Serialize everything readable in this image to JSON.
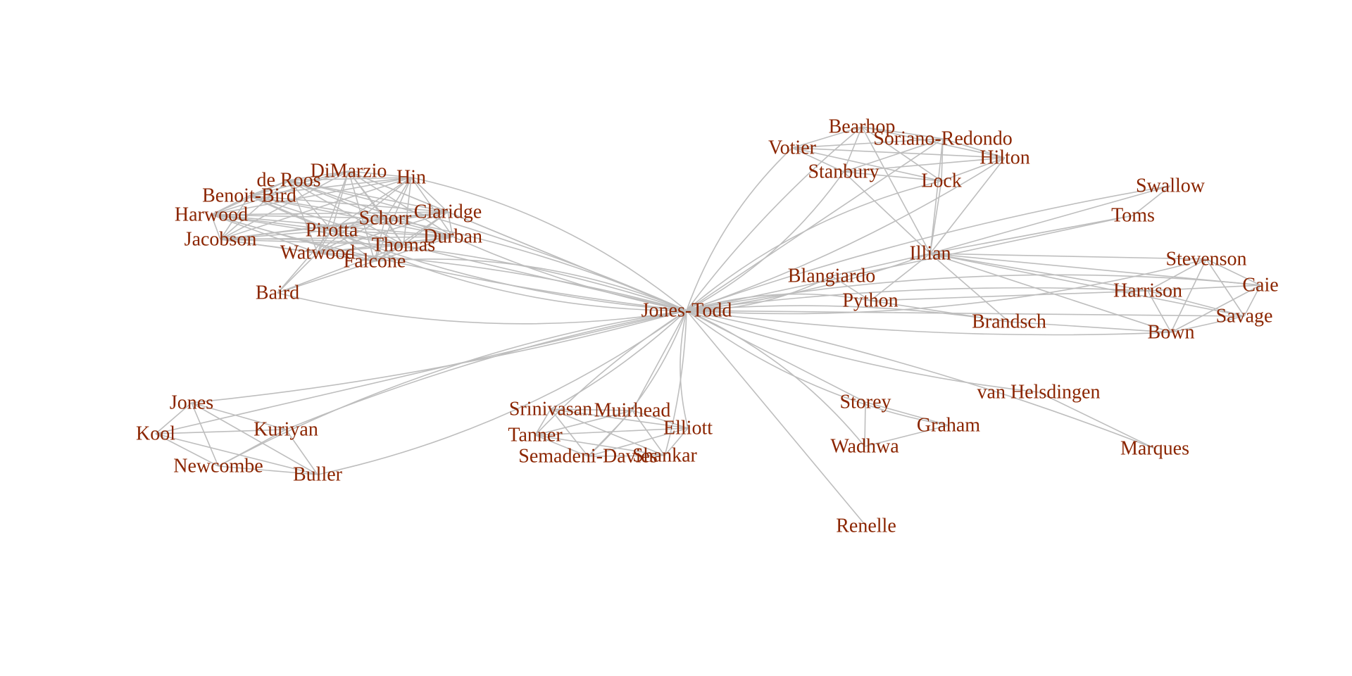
{
  "colors": {
    "edge": "#bebebe",
    "label": "#8b2500",
    "background": "#ffffff"
  },
  "nodes": [
    {
      "id": "Jones-Todd",
      "label": "Jones-Todd"
    },
    {
      "id": "Bearhop",
      "label": "Bearhop"
    },
    {
      "id": "Votier",
      "label": "Votier"
    },
    {
      "id": "Soriano-Redondo",
      "label": "Soriano-Redondo"
    },
    {
      "id": "Hilton",
      "label": "Hilton"
    },
    {
      "id": "Stanbury",
      "label": "Stanbury"
    },
    {
      "id": "Lock",
      "label": "Lock"
    },
    {
      "id": "Swallow",
      "label": "Swallow"
    },
    {
      "id": "Toms",
      "label": "Toms"
    },
    {
      "id": "Illian",
      "label": "Illian"
    },
    {
      "id": "Stevenson",
      "label": "Stevenson"
    },
    {
      "id": "Caie",
      "label": "Caie"
    },
    {
      "id": "Harrison",
      "label": "Harrison"
    },
    {
      "id": "Savage",
      "label": "Savage"
    },
    {
      "id": "Bown",
      "label": "Bown"
    },
    {
      "id": "Blangiardo",
      "label": "Blangiardo"
    },
    {
      "id": "Python",
      "label": "Python"
    },
    {
      "id": "Brandsch",
      "label": "Brandsch"
    },
    {
      "id": "DiMarzio",
      "label": "DiMarzio"
    },
    {
      "id": "de Roos",
      "label": "de Roos"
    },
    {
      "id": "Hin",
      "label": "Hin"
    },
    {
      "id": "Benoit-Bird",
      "label": "Benoit-Bird"
    },
    {
      "id": "Harwood",
      "label": "Harwood"
    },
    {
      "id": "Claridge",
      "label": "Claridge"
    },
    {
      "id": "Schorr",
      "label": "Schorr"
    },
    {
      "id": "Jacobson",
      "label": "Jacobson"
    },
    {
      "id": "Pirotta",
      "label": "Pirotta"
    },
    {
      "id": "Durban",
      "label": "Durban"
    },
    {
      "id": "Thomas",
      "label": "Thomas"
    },
    {
      "id": "Watwood",
      "label": "Watwood"
    },
    {
      "id": "Falcone",
      "label": "Falcone"
    },
    {
      "id": "Baird",
      "label": "Baird"
    },
    {
      "id": "Jones",
      "label": "Jones"
    },
    {
      "id": "Kool",
      "label": "Kool"
    },
    {
      "id": "Kuriyan",
      "label": "Kuriyan"
    },
    {
      "id": "Newcombe",
      "label": "Newcombe"
    },
    {
      "id": "Buller",
      "label": "Buller"
    },
    {
      "id": "Srinivasan",
      "label": "Srinivasan"
    },
    {
      "id": "Muirhead",
      "label": "Muirhead"
    },
    {
      "id": "Tanner",
      "label": "Tanner"
    },
    {
      "id": "Elliott",
      "label": "Elliott"
    },
    {
      "id": "Semadeni-Davies",
      "label": "Semadeni-Davies"
    },
    {
      "id": "Shankar",
      "label": "Shankar"
    },
    {
      "id": "Storey",
      "label": "Storey"
    },
    {
      "id": "van Helsdingen",
      "label": "van Helsdingen"
    },
    {
      "id": "Graham",
      "label": "Graham"
    },
    {
      "id": "Wadhwa",
      "label": "Wadhwa"
    },
    {
      "id": "Marques",
      "label": "Marques"
    },
    {
      "id": "Renelle",
      "label": "Renelle"
    }
  ],
  "edges": [
    [
      "Jones-Todd",
      "Votier"
    ],
    [
      "Jones-Todd",
      "Bearhop"
    ],
    [
      "Jones-Todd",
      "Soriano-Redondo"
    ],
    [
      "Jones-Todd",
      "Hilton"
    ],
    [
      "Jones-Todd",
      "Stanbury"
    ],
    [
      "Jones-Todd",
      "Lock"
    ],
    [
      "Jones-Todd",
      "Swallow"
    ],
    [
      "Jones-Todd",
      "Toms"
    ],
    [
      "Jones-Todd",
      "Illian"
    ],
    [
      "Jones-Todd",
      "Stevenson"
    ],
    [
      "Jones-Todd",
      "Caie"
    ],
    [
      "Jones-Todd",
      "Harrison"
    ],
    [
      "Jones-Todd",
      "Savage"
    ],
    [
      "Jones-Todd",
      "Bown"
    ],
    [
      "Jones-Todd",
      "Blangiardo"
    ],
    [
      "Jones-Todd",
      "Python"
    ],
    [
      "Jones-Todd",
      "Brandsch"
    ],
    [
      "Jones-Todd",
      "DiMarzio"
    ],
    [
      "Jones-Todd",
      "de Roos"
    ],
    [
      "Jones-Todd",
      "Hin"
    ],
    [
      "Jones-Todd",
      "Benoit-Bird"
    ],
    [
      "Jones-Todd",
      "Harwood"
    ],
    [
      "Jones-Todd",
      "Claridge"
    ],
    [
      "Jones-Todd",
      "Schorr"
    ],
    [
      "Jones-Todd",
      "Jacobson"
    ],
    [
      "Jones-Todd",
      "Pirotta"
    ],
    [
      "Jones-Todd",
      "Durban"
    ],
    [
      "Jones-Todd",
      "Thomas"
    ],
    [
      "Jones-Todd",
      "Watwood"
    ],
    [
      "Jones-Todd",
      "Falcone"
    ],
    [
      "Jones-Todd",
      "Baird"
    ],
    [
      "Jones-Todd",
      "Jones"
    ],
    [
      "Jones-Todd",
      "Kool"
    ],
    [
      "Jones-Todd",
      "Kuriyan"
    ],
    [
      "Jones-Todd",
      "Newcombe"
    ],
    [
      "Jones-Todd",
      "Buller"
    ],
    [
      "Jones-Todd",
      "Srinivasan"
    ],
    [
      "Jones-Todd",
      "Muirhead"
    ],
    [
      "Jones-Todd",
      "Tanner"
    ],
    [
      "Jones-Todd",
      "Elliott"
    ],
    [
      "Jones-Todd",
      "Semadeni-Davies"
    ],
    [
      "Jones-Todd",
      "Shankar"
    ],
    [
      "Jones-Todd",
      "Storey"
    ],
    [
      "Jones-Todd",
      "van Helsdingen"
    ],
    [
      "Jones-Todd",
      "Graham"
    ],
    [
      "Jones-Todd",
      "Wadhwa"
    ],
    [
      "Jones-Todd",
      "Marques"
    ],
    [
      "Jones-Todd",
      "Renelle"
    ],
    [
      "Votier",
      "Bearhop"
    ],
    [
      "Votier",
      "Soriano-Redondo"
    ],
    [
      "Votier",
      "Hilton"
    ],
    [
      "Votier",
      "Lock"
    ],
    [
      "Votier",
      "Stanbury"
    ],
    [
      "Bearhop",
      "Soriano-Redondo"
    ],
    [
      "Bearhop",
      "Hilton"
    ],
    [
      "Bearhop",
      "Stanbury"
    ],
    [
      "Bearhop",
      "Lock"
    ],
    [
      "Bearhop",
      "Illian"
    ],
    [
      "Soriano-Redondo",
      "Hilton"
    ],
    [
      "Soriano-Redondo",
      "Stanbury"
    ],
    [
      "Soriano-Redondo",
      "Lock"
    ],
    [
      "Soriano-Redondo",
      "Illian"
    ],
    [
      "Hilton",
      "Stanbury"
    ],
    [
      "Hilton",
      "Lock"
    ],
    [
      "Hilton",
      "Illian"
    ],
    [
      "Stanbury",
      "Lock"
    ],
    [
      "Stanbury",
      "Illian"
    ],
    [
      "Lock",
      "Illian"
    ],
    [
      "Illian",
      "Swallow"
    ],
    [
      "Illian",
      "Toms"
    ],
    [
      "Illian",
      "Stevenson"
    ],
    [
      "Illian",
      "Harrison"
    ],
    [
      "Illian",
      "Bown"
    ],
    [
      "Illian",
      "Savage"
    ],
    [
      "Illian",
      "Blangiardo"
    ],
    [
      "Illian",
      "Python"
    ],
    [
      "Illian",
      "Brandsch"
    ],
    [
      "Illian",
      "Caie"
    ],
    [
      "Swallow",
      "Toms"
    ],
    [
      "Stevenson",
      "Caie"
    ],
    [
      "Stevenson",
      "Harrison"
    ],
    [
      "Stevenson",
      "Savage"
    ],
    [
      "Stevenson",
      "Bown"
    ],
    [
      "Caie",
      "Harrison"
    ],
    [
      "Caie",
      "Savage"
    ],
    [
      "Caie",
      "Bown"
    ],
    [
      "Harrison",
      "Savage"
    ],
    [
      "Harrison",
      "Bown"
    ],
    [
      "Savage",
      "Bown"
    ],
    [
      "Blangiardo",
      "Python"
    ],
    [
      "Python",
      "Brandsch"
    ],
    [
      "Harrison",
      "Python"
    ],
    [
      "Brandsch",
      "Bown"
    ],
    [
      "DiMarzio",
      "de Roos"
    ],
    [
      "DiMarzio",
      "Hin"
    ],
    [
      "DiMarzio",
      "Benoit-Bird"
    ],
    [
      "DiMarzio",
      "Harwood"
    ],
    [
      "DiMarzio",
      "Claridge"
    ],
    [
      "DiMarzio",
      "Schorr"
    ],
    [
      "DiMarzio",
      "Jacobson"
    ],
    [
      "DiMarzio",
      "Pirotta"
    ],
    [
      "DiMarzio",
      "Durban"
    ],
    [
      "DiMarzio",
      "Thomas"
    ],
    [
      "DiMarzio",
      "Watwood"
    ],
    [
      "DiMarzio",
      "Falcone"
    ],
    [
      "de Roos",
      "Hin"
    ],
    [
      "de Roos",
      "Benoit-Bird"
    ],
    [
      "de Roos",
      "Harwood"
    ],
    [
      "de Roos",
      "Claridge"
    ],
    [
      "de Roos",
      "Schorr"
    ],
    [
      "de Roos",
      "Jacobson"
    ],
    [
      "de Roos",
      "Pirotta"
    ],
    [
      "de Roos",
      "Durban"
    ],
    [
      "de Roos",
      "Thomas"
    ],
    [
      "de Roos",
      "Watwood"
    ],
    [
      "Hin",
      "Benoit-Bird"
    ],
    [
      "Hin",
      "Harwood"
    ],
    [
      "Hin",
      "Claridge"
    ],
    [
      "Hin",
      "Schorr"
    ],
    [
      "Hin",
      "Jacobson"
    ],
    [
      "Hin",
      "Pirotta"
    ],
    [
      "Hin",
      "Durban"
    ],
    [
      "Hin",
      "Thomas"
    ],
    [
      "Hin",
      "Watwood"
    ],
    [
      "Hin",
      "Falcone"
    ],
    [
      "Benoit-Bird",
      "Harwood"
    ],
    [
      "Benoit-Bird",
      "Claridge"
    ],
    [
      "Benoit-Bird",
      "Schorr"
    ],
    [
      "Benoit-Bird",
      "Jacobson"
    ],
    [
      "Benoit-Bird",
      "Pirotta"
    ],
    [
      "Benoit-Bird",
      "Durban"
    ],
    [
      "Benoit-Bird",
      "Thomas"
    ],
    [
      "Harwood",
      "Claridge"
    ],
    [
      "Harwood",
      "Schorr"
    ],
    [
      "Harwood",
      "Jacobson"
    ],
    [
      "Harwood",
      "Pirotta"
    ],
    [
      "Harwood",
      "Durban"
    ],
    [
      "Harwood",
      "Thomas"
    ],
    [
      "Harwood",
      "Watwood"
    ],
    [
      "Harwood",
      "Falcone"
    ],
    [
      "Claridge",
      "Schorr"
    ],
    [
      "Claridge",
      "Jacobson"
    ],
    [
      "Claridge",
      "Pirotta"
    ],
    [
      "Claridge",
      "Durban"
    ],
    [
      "Claridge",
      "Thomas"
    ],
    [
      "Claridge",
      "Watwood"
    ],
    [
      "Claridge",
      "Falcone"
    ],
    [
      "Schorr",
      "Jacobson"
    ],
    [
      "Schorr",
      "Pirotta"
    ],
    [
      "Schorr",
      "Durban"
    ],
    [
      "Schorr",
      "Thomas"
    ],
    [
      "Schorr",
      "Watwood"
    ],
    [
      "Schorr",
      "Falcone"
    ],
    [
      "Jacobson",
      "Pirotta"
    ],
    [
      "Jacobson",
      "Durban"
    ],
    [
      "Jacobson",
      "Thomas"
    ],
    [
      "Jacobson",
      "Watwood"
    ],
    [
      "Jacobson",
      "Falcone"
    ],
    [
      "Pirotta",
      "Durban"
    ],
    [
      "Pirotta",
      "Thomas"
    ],
    [
      "Pirotta",
      "Watwood"
    ],
    [
      "Pirotta",
      "Falcone"
    ],
    [
      "Durban",
      "Thomas"
    ],
    [
      "Durban",
      "Watwood"
    ],
    [
      "Durban",
      "Falcone"
    ],
    [
      "Thomas",
      "Watwood"
    ],
    [
      "Thomas",
      "Falcone"
    ],
    [
      "Watwood",
      "Falcone"
    ],
    [
      "Watwood",
      "Baird"
    ],
    [
      "Falcone",
      "Baird"
    ],
    [
      "Thomas",
      "Baird"
    ],
    [
      "Pirotta",
      "Baird"
    ],
    [
      "Jones",
      "Kool"
    ],
    [
      "Jones",
      "Kuriyan"
    ],
    [
      "Jones",
      "Newcombe"
    ],
    [
      "Jones",
      "Buller"
    ],
    [
      "Kool",
      "Kuriyan"
    ],
    [
      "Kool",
      "Newcombe"
    ],
    [
      "Kool",
      "Buller"
    ],
    [
      "Kuriyan",
      "Newcombe"
    ],
    [
      "Kuriyan",
      "Buller"
    ],
    [
      "Newcombe",
      "Buller"
    ],
    [
      "Srinivasan",
      "Muirhead"
    ],
    [
      "Srinivasan",
      "Tanner"
    ],
    [
      "Srinivasan",
      "Elliott"
    ],
    [
      "Srinivasan",
      "Semadeni-Davies"
    ],
    [
      "Srinivasan",
      "Shankar"
    ],
    [
      "Muirhead",
      "Tanner"
    ],
    [
      "Muirhead",
      "Elliott"
    ],
    [
      "Muirhead",
      "Semadeni-Davies"
    ],
    [
      "Muirhead",
      "Shankar"
    ],
    [
      "Tanner",
      "Elliott"
    ],
    [
      "Tanner",
      "Semadeni-Davies"
    ],
    [
      "Tanner",
      "Shankar"
    ],
    [
      "Elliott",
      "Semadeni-Davies"
    ],
    [
      "Elliott",
      "Shankar"
    ],
    [
      "Semadeni-Davies",
      "Shankar"
    ],
    [
      "Storey",
      "Graham"
    ],
    [
      "Storey",
      "Wadhwa"
    ],
    [
      "Graham",
      "Wadhwa"
    ],
    [
      "van Helsdingen",
      "Marques"
    ]
  ]
}
